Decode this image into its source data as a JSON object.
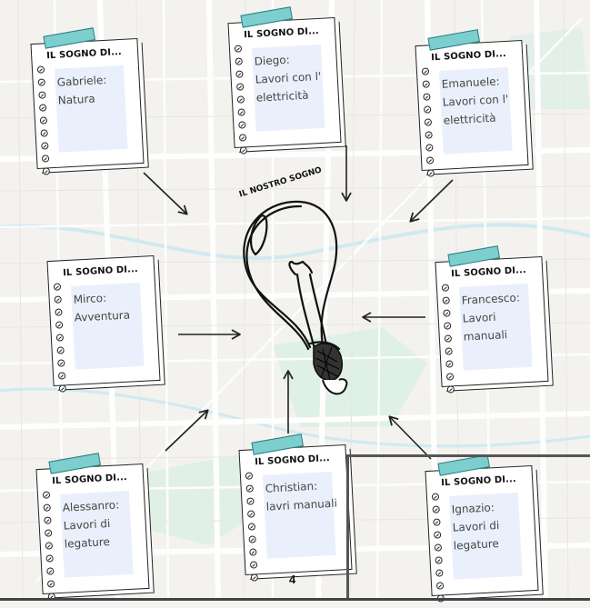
{
  "center": {
    "title": "IL NOSTRO SOGNO"
  },
  "notes": [
    {
      "header": "IL SOGNO DI...",
      "text": "Gabriele:\nNatura"
    },
    {
      "header": "IL SOGNO DI...",
      "text": "Diego:\nLavori con l'\nelettricità"
    },
    {
      "header": "IL SOGNO DI...",
      "text": "Emanuele:\nLavori con l'\nelettricità"
    },
    {
      "header": "IL SOGNO DI...",
      "text": "Mirco:\nAvventura"
    },
    {
      "header": "IL SOGNO DI...",
      "text": "Francesco:\nLavori manuali"
    },
    {
      "header": "IL SOGNO DI...",
      "text": "Alessanro:\nLavori di\nlegature"
    },
    {
      "header": "IL SOGNO DI...",
      "text": "Christian:\nlavri manuali"
    },
    {
      "header": "IL SOGNO DI...",
      "text": "Ignazio:\nLavori di\nlegature"
    }
  ],
  "page_number": "4",
  "colors": {
    "tape": "#7dcfcf",
    "note_body": "#eaf0fb",
    "map_road": "#ffffff",
    "map_park": "#d9efe4",
    "map_water": "#cfe9f1"
  }
}
